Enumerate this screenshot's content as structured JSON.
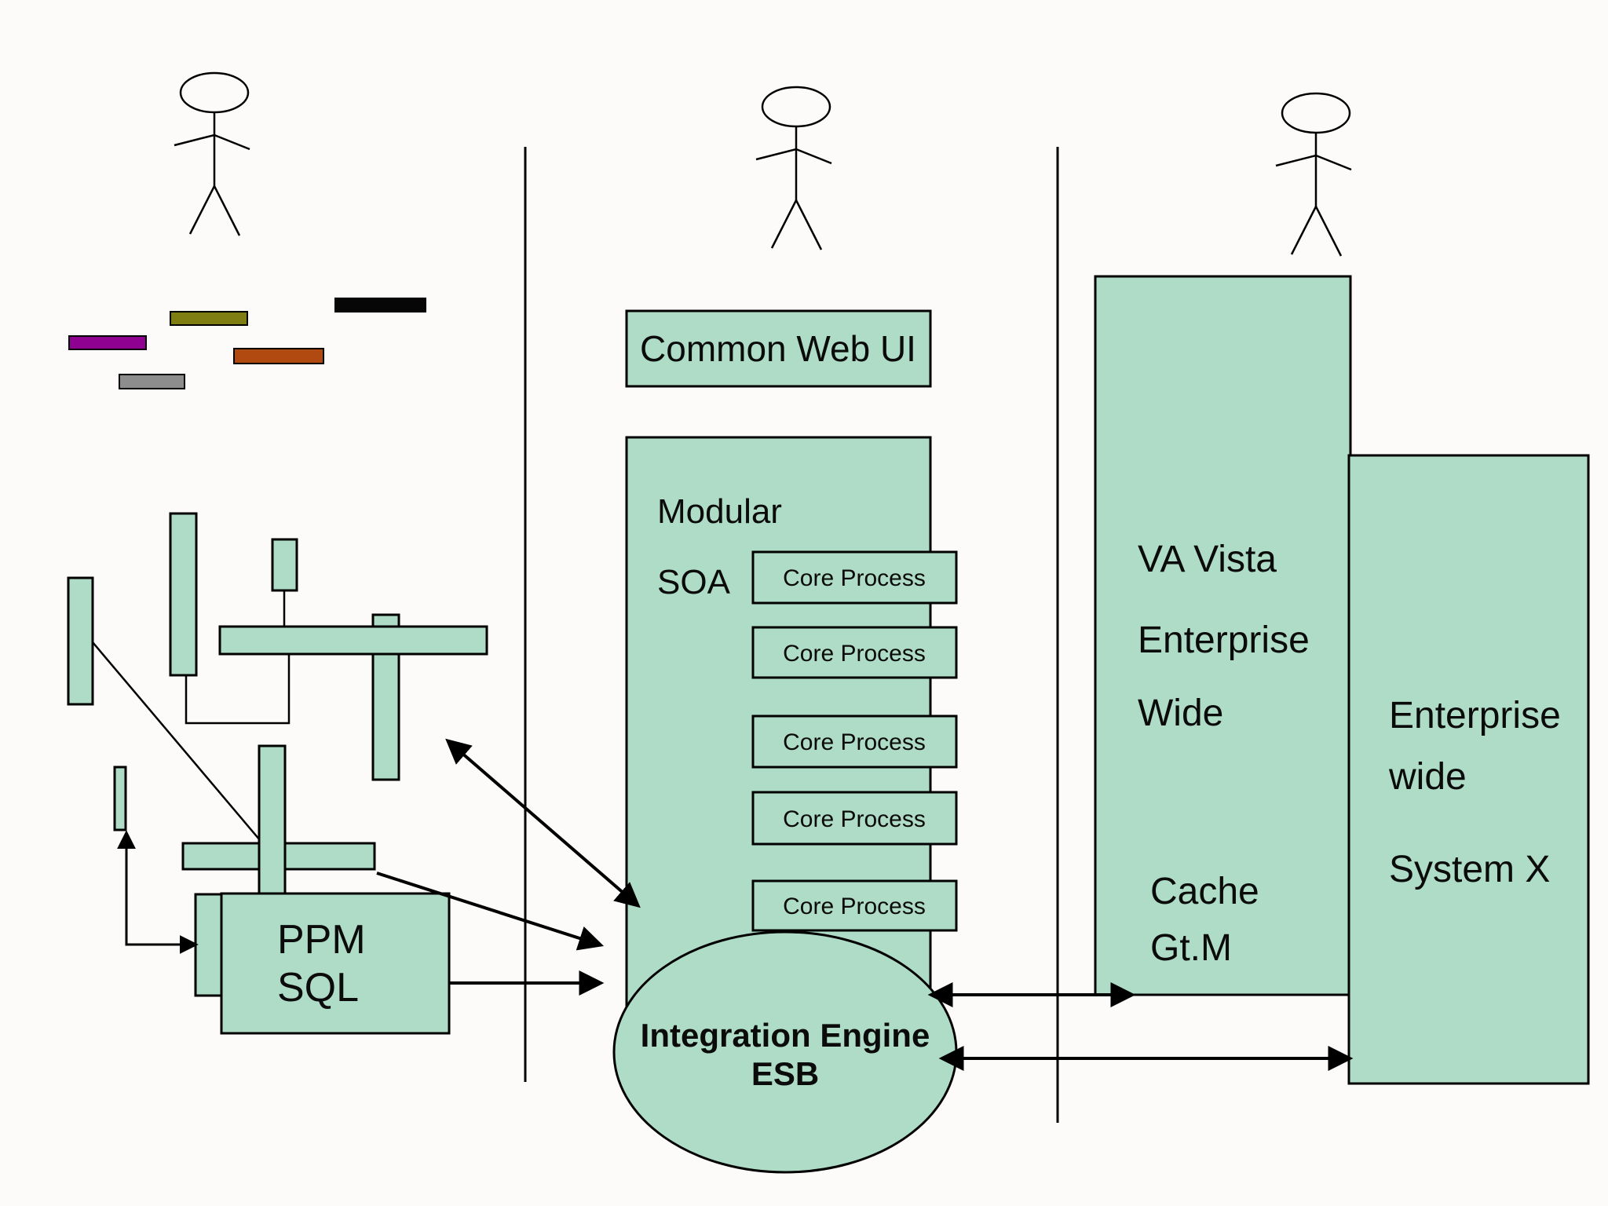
{
  "colors": {
    "background": "#fcfbf9",
    "mint": "#aedcc6",
    "outline": "#000000",
    "bar_black": "#060606",
    "bar_olive": "#7e7e13",
    "bar_purple": "#8f0190",
    "bar_orange": "#b14a10",
    "bar_gray": "#8d8d8d"
  },
  "icons": {
    "actor_left": "stick-figure-person",
    "actor_center": "stick-figure-person",
    "actor_right": "stick-figure-person"
  },
  "left": {
    "ppm_line1": "PPM",
    "ppm_line2": "SQL"
  },
  "middle": {
    "web_ui": "Common Web UI",
    "modular": "Modular",
    "soa": "SOA",
    "core": [
      "Core Process",
      "Core Process",
      "Core Process",
      "Core Process",
      "Core Process"
    ],
    "esb_line1": "Integration Engine",
    "esb_line2": "ESB"
  },
  "right": {
    "vista_line1": "VA Vista",
    "vista_line2": "Enterprise",
    "vista_line3": "Wide",
    "cache_line1": "Cache",
    "cache_line2": "Gt.M",
    "sysx_line1": "Enterprise",
    "sysx_line2": "wide",
    "sysx_line3": "System X"
  }
}
